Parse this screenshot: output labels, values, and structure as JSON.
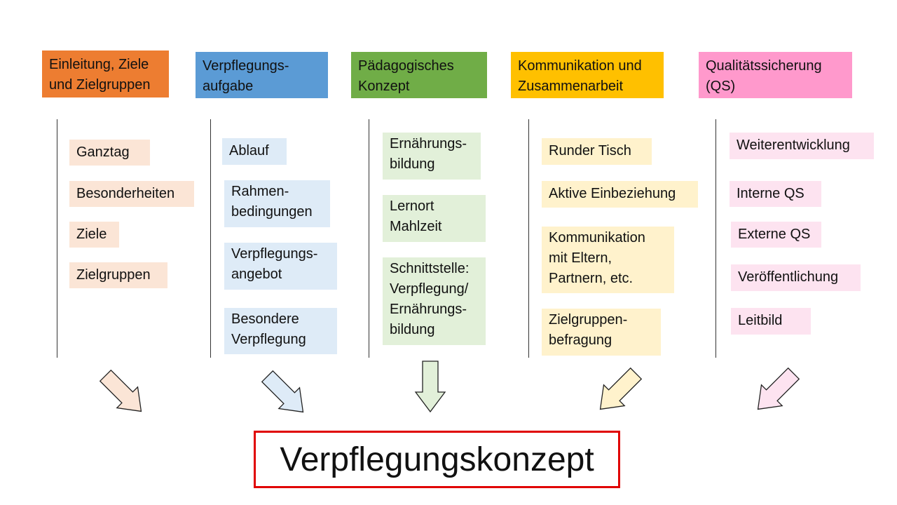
{
  "columns": [
    {
      "header": "Einleitung, Ziele\nund Zielgruppen",
      "color": "#ED7D31",
      "light": "#FBE5D6",
      "items": [
        "Ganztag",
        "Besonderheiten",
        "Ziele",
        "Zielgruppen"
      ]
    },
    {
      "header": "Verpflegungs-\naufgabe",
      "color": "#5B9BD5",
      "light": "#DEEBF7",
      "items": [
        "Ablauf",
        "Rahmen-\nbedingungen",
        "Verpflegungs-\nangebot",
        "Besondere\nVerpflegung"
      ]
    },
    {
      "header": "Pädagogisches\nKonzept",
      "color": "#70AD47",
      "light": "#E2F0D9",
      "items": [
        "Ernährungs-\nbildung",
        "Lernort\nMahlzeit",
        "Schnittstelle:\nVerpflegung/\nErnährungs-\nbildung"
      ]
    },
    {
      "header": "Kommunikation und\nZusammenarbeit",
      "color": "#FFC000",
      "light": "#FFF2CC",
      "items": [
        "Runder Tisch",
        "Aktive Einbeziehung",
        "Kommunikation\nmit Eltern,\nPartnern, etc.",
        "Zielgruppen-\nbefragung"
      ]
    },
    {
      "header": "Qualitätssicherung\n(QS)",
      "color": "#FF99CC",
      "light": "#FDE3F0",
      "items": [
        "Weiterentwicklung",
        "Interne QS",
        "Externe QS",
        "Veröffentlichung",
        "Leitbild"
      ]
    }
  ],
  "title": "Verpflegungskonzept"
}
